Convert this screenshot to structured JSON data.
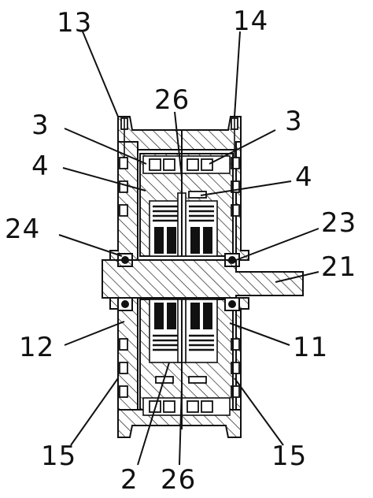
{
  "labels": {
    "l13": "13",
    "l14": "14",
    "l26_top": "26",
    "l3_left": "3",
    "l3_right": "3",
    "l4_left": "4",
    "l4_right": "4",
    "l24": "24",
    "l23": "23",
    "l21": "21",
    "l12": "12",
    "l11": "11",
    "l15_left": "15",
    "l15_right": "15",
    "l2": "2",
    "l26_bottom": "26"
  }
}
